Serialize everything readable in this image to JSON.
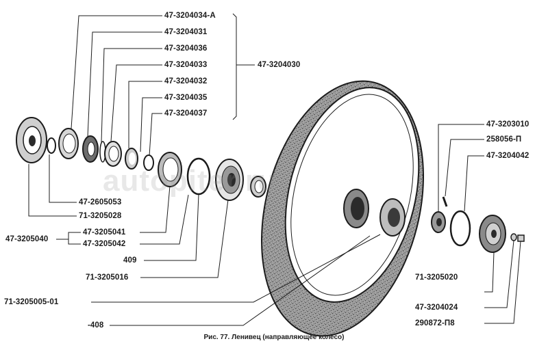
{
  "watermark": "autopiter.ru",
  "caption": "Рис. 77. Ленивец (направляющее колесо)",
  "labels": {
    "l01": "47-3204034-А",
    "l02": "47-3204031",
    "l03": "47-3204036",
    "l04": "47-3204033",
    "l05": "47-3204032",
    "l06": "47-3204035",
    "l07": "47-3204037",
    "assembly": "47-3204030",
    "l08": "47-3203010",
    "l09": "258056-П",
    "l10": "47-3204042",
    "l11": "47-2605053",
    "l12": "71-3205028",
    "l13": "47-3205040",
    "l14": "47-3205041",
    "l15": "47-3205042",
    "l16": "409",
    "l17": "71-3205016",
    "l18": "71-3205005-01",
    "l19": "-408",
    "l20": "71-3205020",
    "l21": "47-3204024",
    "l22": "290872-П8"
  },
  "colors": {
    "ink": "#1b1b1b",
    "paper": "#ffffff",
    "tire": "#8d8d8d"
  }
}
